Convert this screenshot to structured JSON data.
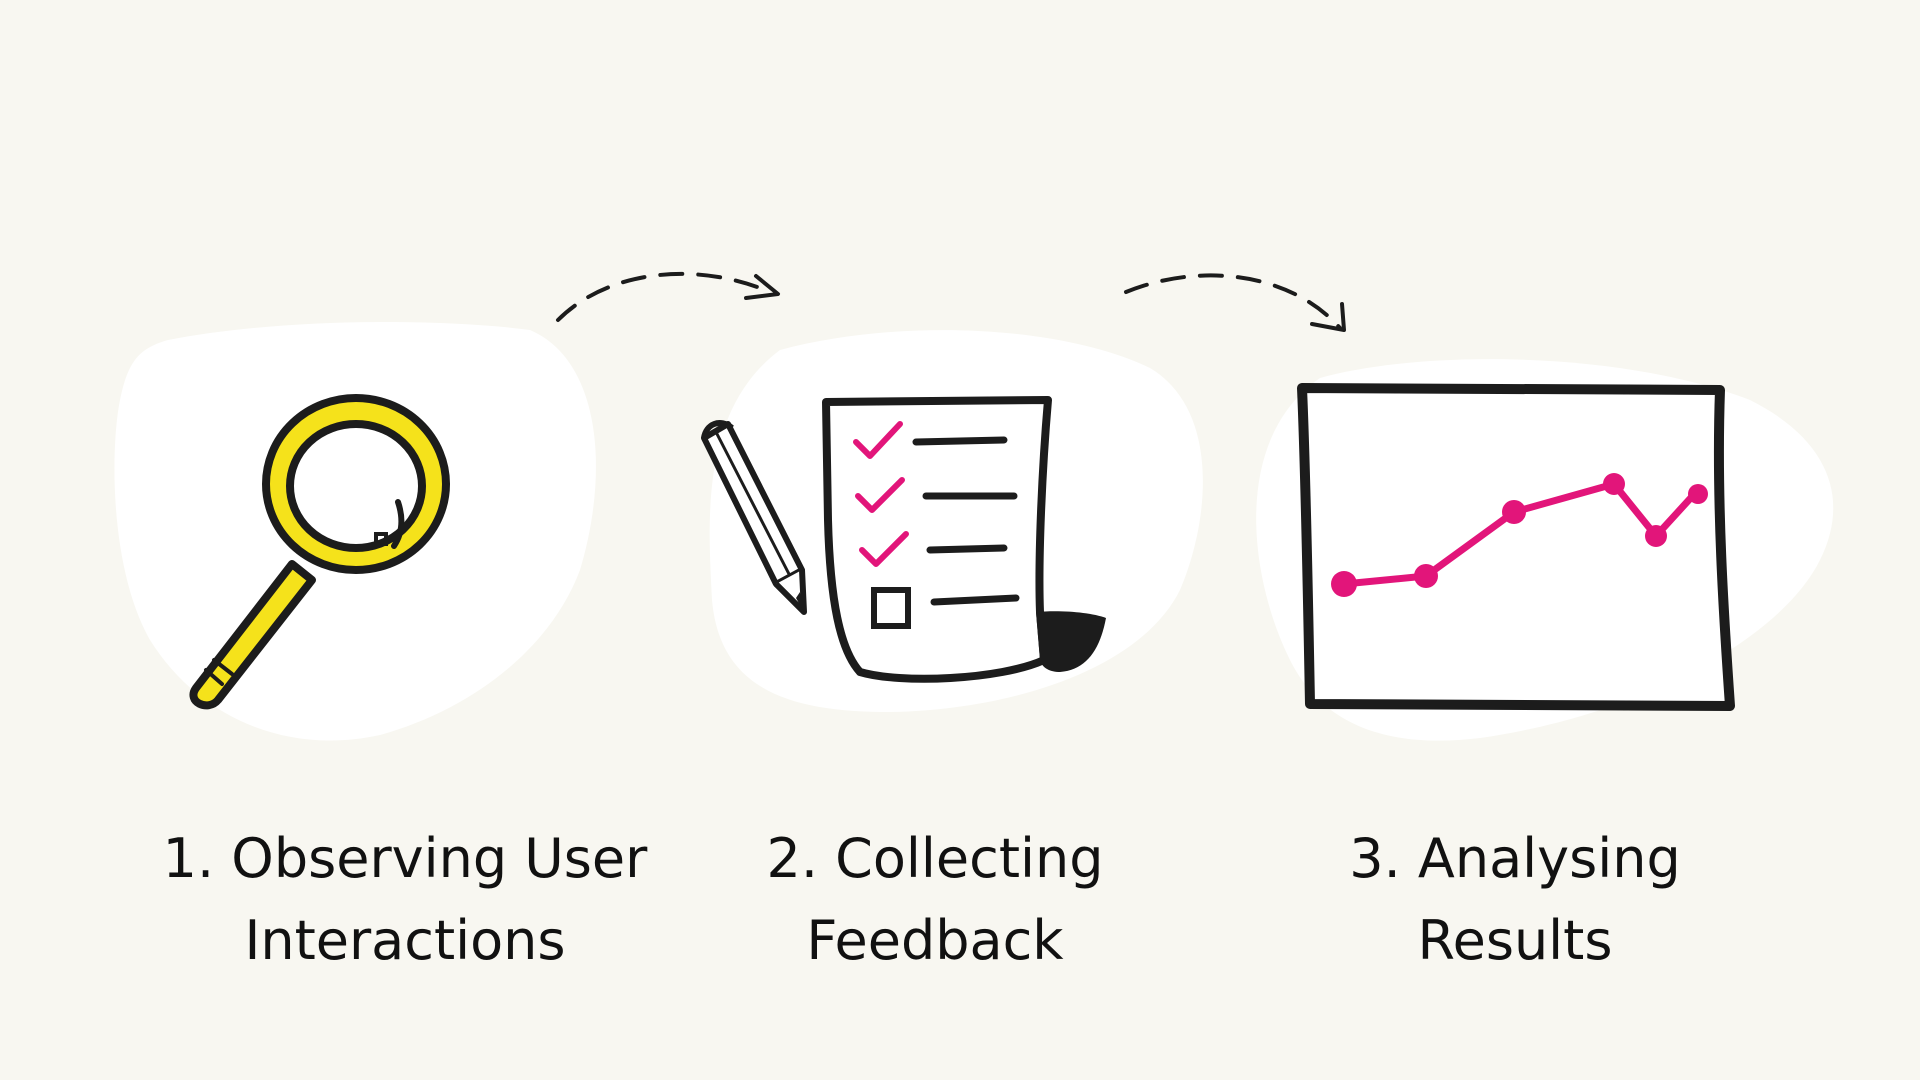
{
  "colors": {
    "background": "#f8f7f1",
    "blob": "#ffffff",
    "ink": "#1c1c1c",
    "magnifier_yellow": "#f5e21b",
    "accent_magenta": "#e2157a"
  },
  "steps": [
    {
      "icon": "magnifying-glass-icon",
      "label_line1": "1. Observing User",
      "label_line2": "Interactions"
    },
    {
      "icon": "checklist-with-pencil-icon",
      "label_line1": "2. Collecting",
      "label_line2": "Feedback"
    },
    {
      "icon": "line-chart-icon",
      "label_line1": "3. Analysing",
      "label_line2": "Results"
    }
  ],
  "connectors": [
    "arrow-step1-to-step2",
    "arrow-step2-to-step3"
  ]
}
